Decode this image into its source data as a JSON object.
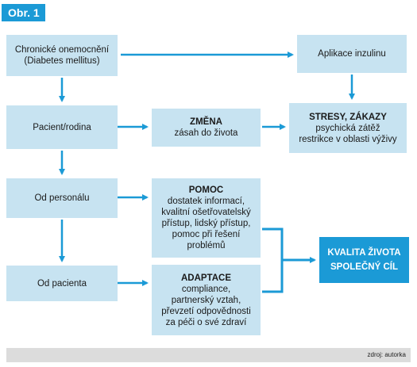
{
  "figure": {
    "tag": "Obr. 1",
    "source": "zdroj: autorka"
  },
  "nodes": {
    "disease": {
      "line1": "Chronické onemocnění",
      "line2": "(Diabetes mellitus)"
    },
    "insulin": {
      "text": "Aplikace inzulinu"
    },
    "patient_family": {
      "text": "Pacient/rodina"
    },
    "change": {
      "title": "ZMĚNA",
      "body": "zásah do života"
    },
    "stress": {
      "title": "STRESY, ZÁKAZY",
      "line1": "psychická zátěž",
      "line2": "restrikce v oblasti výživy"
    },
    "staff": {
      "text": "Od personálu"
    },
    "help": {
      "title": "POMOC",
      "lines": [
        "dostatek informací,",
        "kvalitní ošetřovatelský",
        "přístup, lidský přístup,",
        "pomoc při řešení",
        "problémů"
      ]
    },
    "patient": {
      "text": "Od pacienta"
    },
    "adaptation": {
      "title": "ADAPTACE",
      "lines": [
        "compliance,",
        "partnerský vztah,",
        "převzetí odpovědnosti",
        "za péči o své zdraví"
      ]
    },
    "goal": {
      "line1": "KVALITA ŽIVOTA",
      "line2": "SPOLEČNÝ CÍL"
    }
  },
  "colors": {
    "accent": "#1b9ad6",
    "box": "#c7e3f1",
    "footer": "#dcdcdc"
  }
}
